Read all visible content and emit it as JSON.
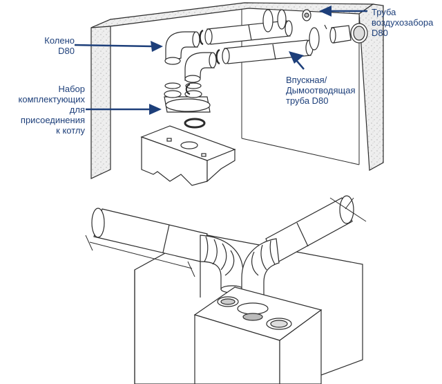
{
  "colors": {
    "accent": "#1d3f7a",
    "line": "#2b2b2b",
    "wall_fill": "#e9e9e9"
  },
  "labels": {
    "koleno": [
      "Колено",
      "D80"
    ],
    "nabor": [
      "Набор",
      "комплектующих",
      "для",
      "присоединения",
      "к котлу"
    ],
    "truba_vozduh": [
      "Труба",
      "воздухозабора",
      "D80"
    ],
    "truba_vpusk": [
      "Впускная/",
      "Дымоотводящая",
      "труба D80"
    ]
  }
}
